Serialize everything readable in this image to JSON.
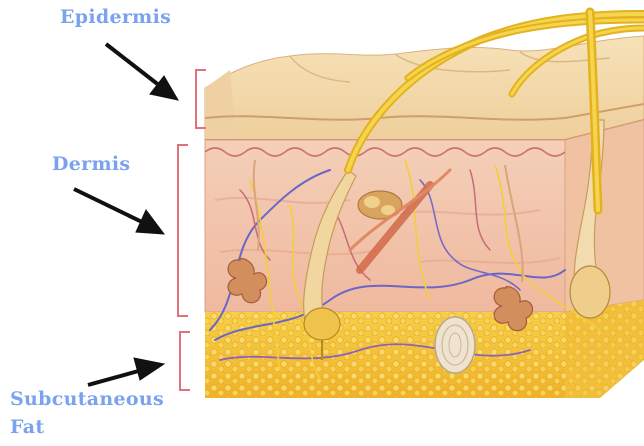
{
  "labels": {
    "epidermis": "Epidermis",
    "dermis": "Dermis",
    "subcutaneous_line1": "Subcutaneous",
    "subcutaneous_line2": "Fat"
  },
  "colors": {
    "label_text": "#7aa2ee",
    "arrow": "#111111",
    "bracket": "#e0707a",
    "epidermis_top": "#f3d6a6",
    "dermis_tissue": "#f2c2a8",
    "fat_tissue": "#f3bc2c",
    "hair_nerve": "#f1cc2c",
    "blood_vessel": "#6a66c8",
    "gland": "#c8845a"
  }
}
